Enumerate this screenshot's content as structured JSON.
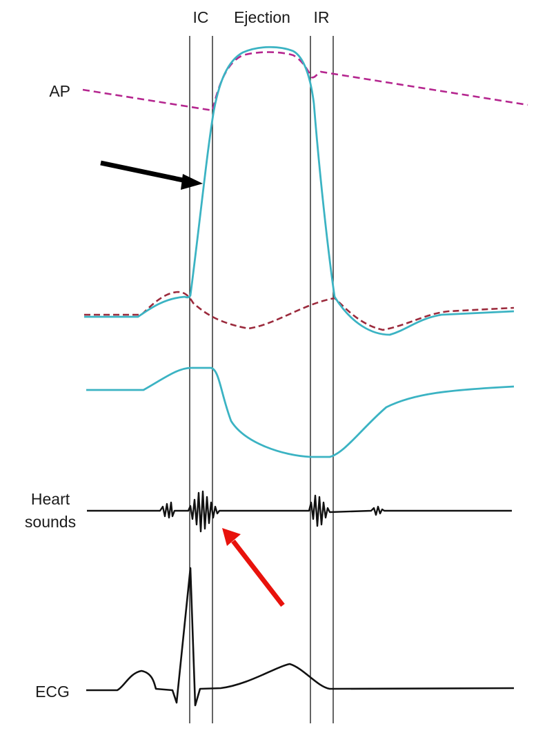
{
  "phase_labels": {
    "isovolumic_contraction": "IC",
    "ejection": "Ejection",
    "isovolumic_relaxation": "IR"
  },
  "trace_labels": {
    "aortic_pressure": "AP",
    "heart_sounds_line1": "Heart",
    "heart_sounds_line2": "sounds",
    "ecg": "ECG"
  },
  "colors": {
    "ventricular_pressure": "#3bb3c3",
    "aortic_pressure": "#b5268f",
    "atrial_pressure": "#9b2a3c",
    "ventricular_volume": "#3bb3c3",
    "heart_sounds": "#111111",
    "ecg": "#111111",
    "phase_lines": "#111111",
    "black_arrow": "#000000",
    "red_arrow": "#e8120c"
  },
  "annotations": {
    "black_arrow": "points to steep rise of ventricular pressure during isovolumic contraction",
    "red_arrow": "points to first heart sound"
  }
}
